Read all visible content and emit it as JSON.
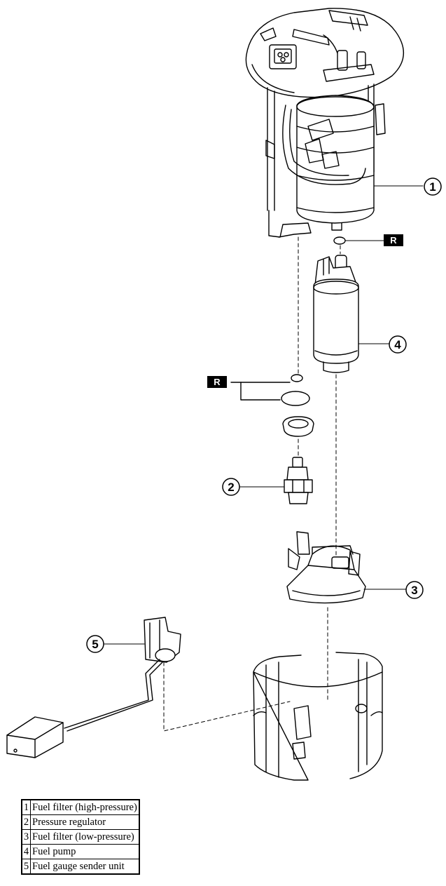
{
  "callouts": [
    "1",
    "2",
    "3",
    "4",
    "5"
  ],
  "replace_badge": "R",
  "legend": [
    {
      "num": "1",
      "label": "Fuel filter (high-pressure)"
    },
    {
      "num": "2",
      "label": "Pressure regulator"
    },
    {
      "num": "3",
      "label": "Fuel filter (low-pressure)"
    },
    {
      "num": "4",
      "label": "Fuel pump"
    },
    {
      "num": "5",
      "label": "Fuel gauge sender unit"
    }
  ]
}
